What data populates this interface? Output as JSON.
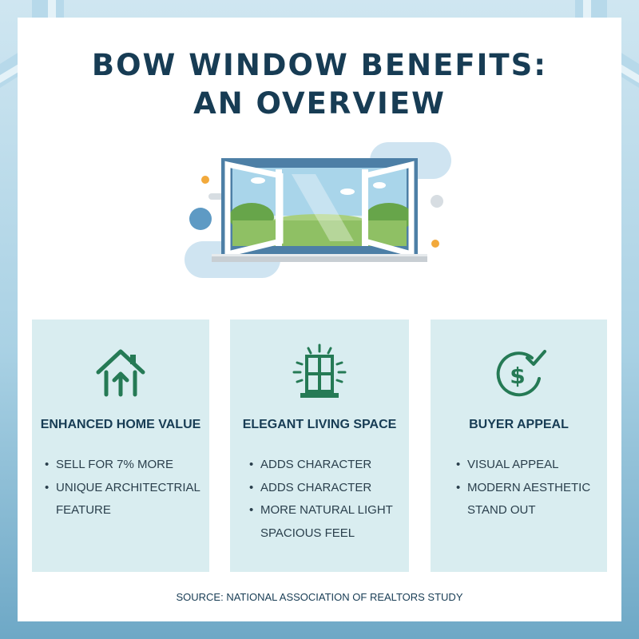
{
  "title": {
    "line1": "BOW WINDOW BENEFITS:",
    "line2": "AN OVERVIEW"
  },
  "cards": [
    {
      "icon": "house-up-arrows-icon",
      "heading": "ENHANCED HOME VALUE",
      "items": [
        "SELL FOR 7% MORE",
        "UNIQUE ARCHITECTRIAL",
        "FEATURE"
      ]
    },
    {
      "icon": "window-icon",
      "heading": "ELEGANT LIVING SPACE",
      "items": [
        "ADDS CHARACTER",
        "ADDS CHARACTER",
        "MORE NATURAL LIGHT",
        "SPACIOUS FEEL"
      ]
    },
    {
      "icon": "dollar-check-icon",
      "heading": "BUYER APPEAL",
      "items": [
        "VISUAL APPEAL",
        "MODERN AESTHETIC",
        "STAND OUT"
      ]
    }
  ],
  "source": "SOURCE: NATIONAL ASSOCIATION OF REALTORS STUDY",
  "colors": {
    "navy": "#173c54",
    "green": "#257a55",
    "card_bg": "#d9edf0",
    "frame_blue": "#4d7fa6",
    "accent_orange": "#f2a93b"
  }
}
